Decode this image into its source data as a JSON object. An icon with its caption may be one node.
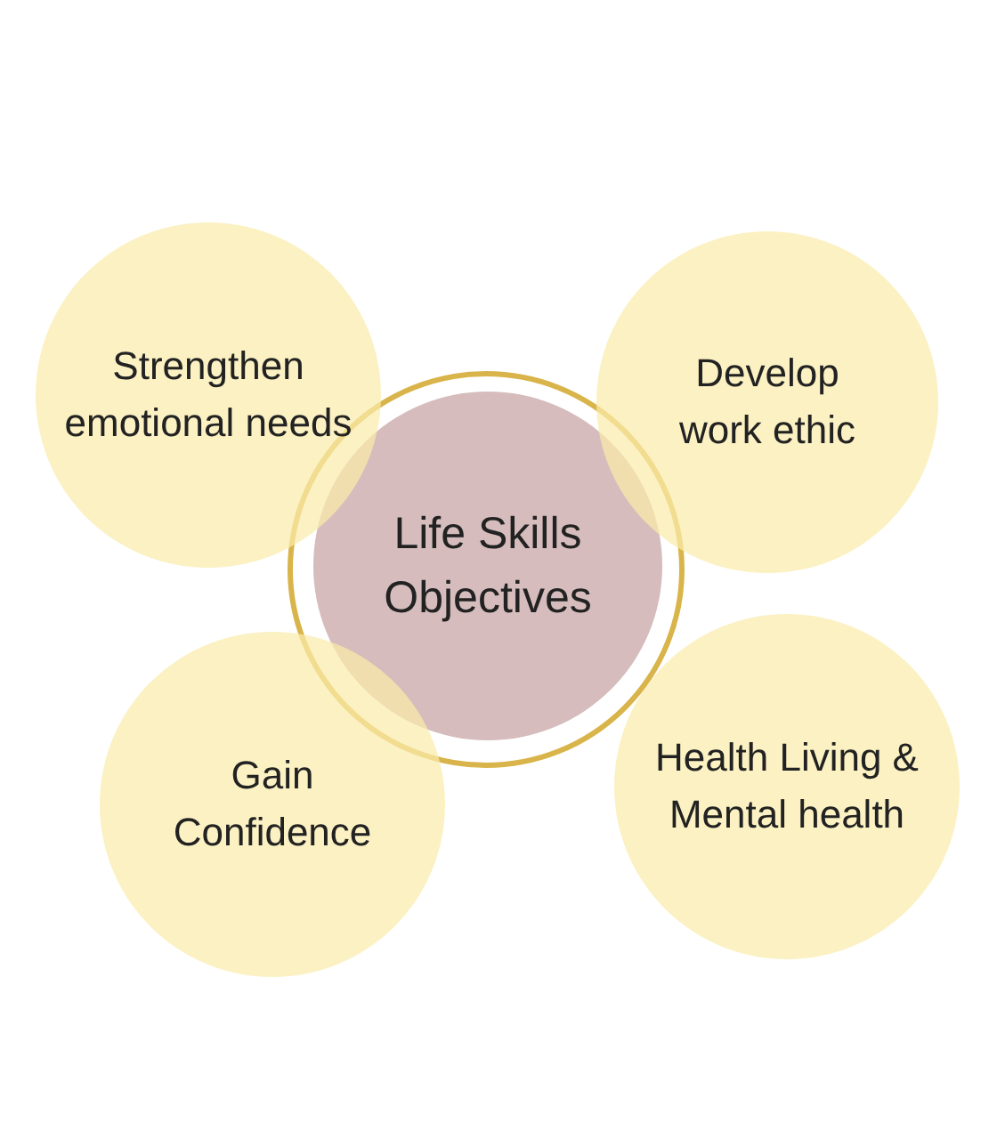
{
  "diagram": {
    "nodes": [
      {
        "text": [
          "Strengthen emotional needs"
        ]
      },
      {
        "text": [
          "Develop work ethic"
        ]
      },
      {
        "text": [
          "Life Skills Objectives"
        ]
      },
      {
        "text": [
          "Gain Confidence"
        ]
      },
      {
        "text": [
          "Health Living & Mental health"
        ]
      }
    ],
    "edges": []
  }
}
